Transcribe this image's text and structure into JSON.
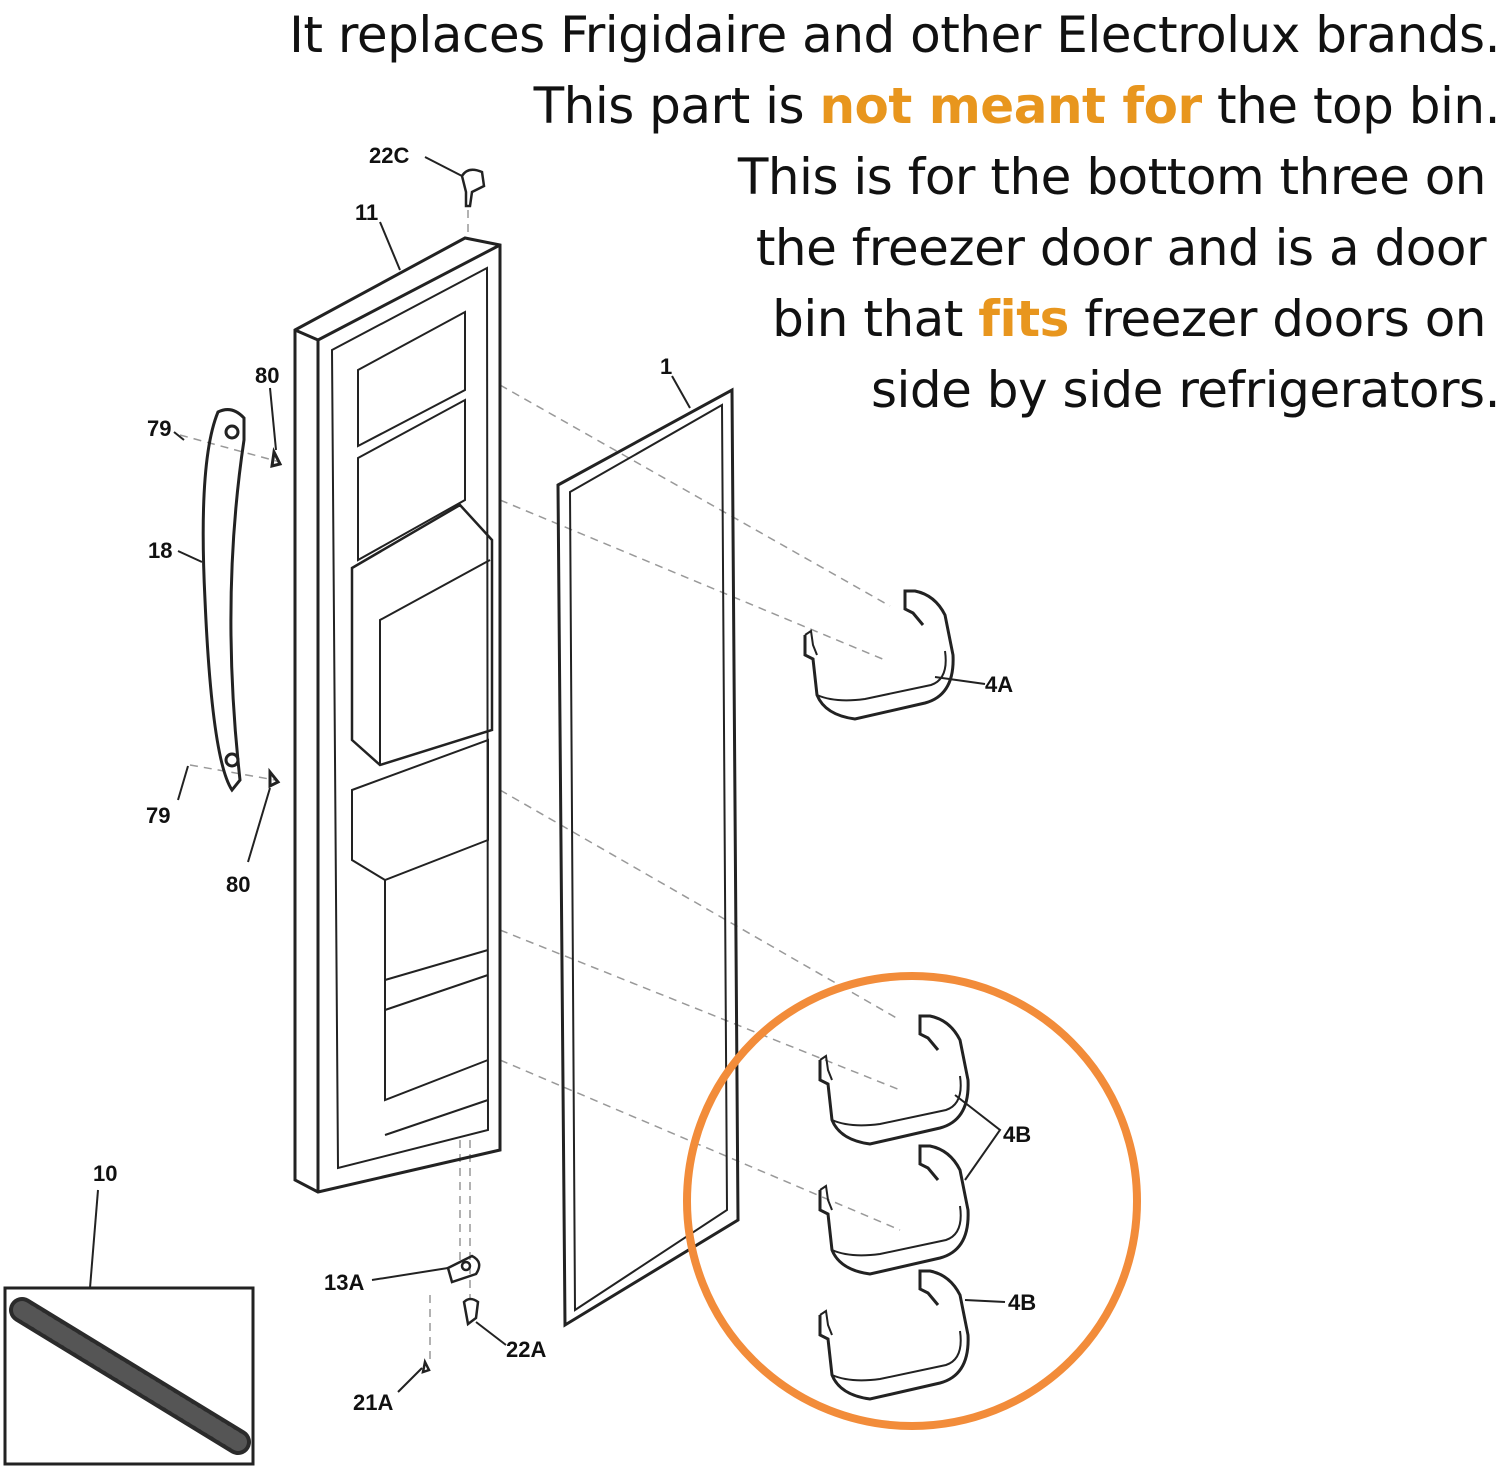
{
  "headline": {
    "line1": "It replaces Frigidaire and other Electrolux brands.",
    "line2_before": "This part is ",
    "line2_highlight": "not meant for",
    "line2_after": " the top bin.",
    "line3": "This is for the bottom three on",
    "line4": "the freezer door and is a door",
    "line5_before": "bin that ",
    "line5_highlight": "fits",
    "line5_after": " freezer doors on",
    "line6": "side by side refrigerators."
  },
  "callouts": {
    "c22C": "22C",
    "c11": "11",
    "c80_top": "80",
    "c79_top": "79",
    "c18": "18",
    "c1": "1",
    "c4A": "4A",
    "c79_bottom": "79",
    "c80_bottom": "80",
    "c4B_top": "4B",
    "c4B_bottom": "4B",
    "c10": "10",
    "c13A": "13A",
    "c22A": "22A",
    "c21A": "21A"
  },
  "colors": {
    "highlight": "#E8961E",
    "circle": "#F28C3A",
    "line_art": "#222222"
  }
}
